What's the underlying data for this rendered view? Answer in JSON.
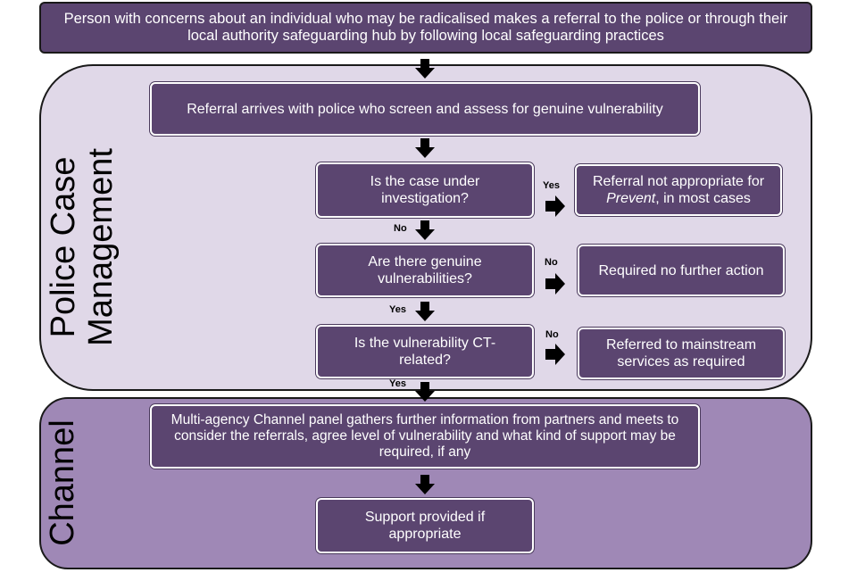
{
  "start": {
    "text": "Person with concerns about an individual who may be radicalised makes a referral to the police or through their local authority safeguarding hub by following local safeguarding practices"
  },
  "lanes": {
    "police": {
      "label": "Police Case Management"
    },
    "channel": {
      "label": "Channel"
    }
  },
  "steps": {
    "referral_arrives": "Referral arrives with police who screen and assess for genuine vulnerability",
    "q_investigation": "Is the case under investigation?",
    "out_not_appropriate_pre": "Referral not appropriate for ",
    "out_not_appropriate_em": "Prevent",
    "out_not_appropriate_post": ", in most cases",
    "q_vulnerabilities": "Are there genuine vulnerabilities?",
    "out_no_action": "Required no further action",
    "q_ct_related": "Is the vulnerability CT-related?",
    "out_mainstream": "Referred to mainstream services as required",
    "channel_panel": "Multi-agency Channel panel gathers further information from partners and meets to consider the referrals, agree level of vulnerability and what kind of support may be required, if any",
    "support": "Support provided if appropriate"
  },
  "edge_labels": {
    "investigation_yes": "Yes",
    "investigation_no": "No",
    "vulnerabilities_no": "No",
    "vulnerabilities_yes": "Yes",
    "ct_no": "No",
    "ct_yes": "Yes"
  },
  "colors": {
    "box_fill": "#5b4570",
    "police_lane": "#e0d8e8",
    "channel_lane": "#9f88b6"
  }
}
